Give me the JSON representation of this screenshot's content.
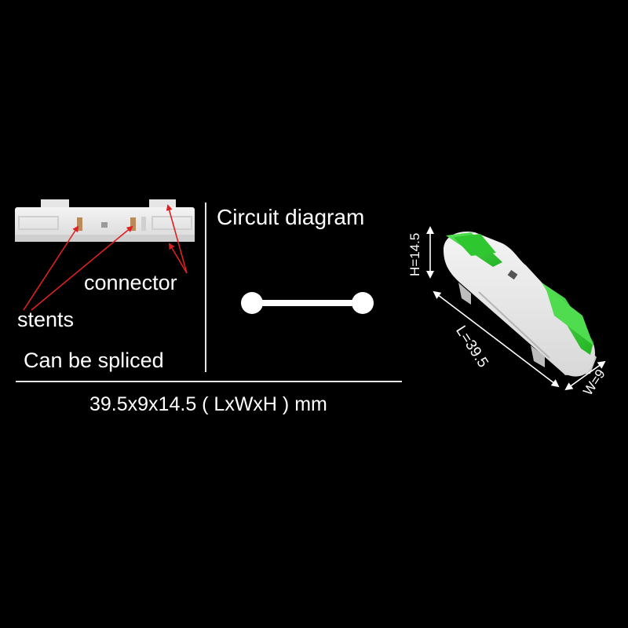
{
  "labels": {
    "circuit_diagram": "Circuit diagram",
    "connector": "connector",
    "stents": "stents",
    "can_be_spliced": "Can be spliced",
    "dimensions": "39.5x9x14.5 ( LxWxH ) mm",
    "height": "H=14.5",
    "length": "L=39.5",
    "width": "W=9"
  },
  "colors": {
    "background": "#000000",
    "text": "#ffffff",
    "arrow": "#e02020",
    "lever_green": "#3dcf3d"
  }
}
